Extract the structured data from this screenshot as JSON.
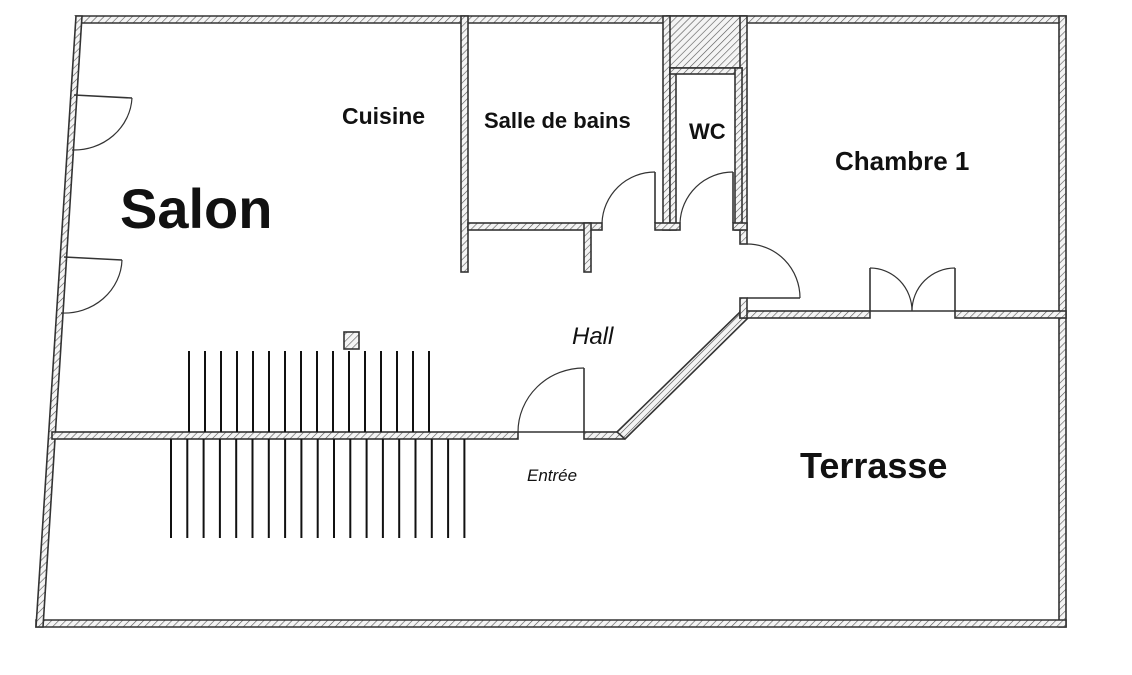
{
  "plan": {
    "rooms": {
      "salon": "Salon",
      "cuisine": "Cuisine",
      "salle_de_bains": "Salle de bains",
      "wc": "WC",
      "chambre": "Chambre 1",
      "hall": "Hall",
      "entree": "Entrée",
      "terrasse": "Terrasse"
    }
  }
}
